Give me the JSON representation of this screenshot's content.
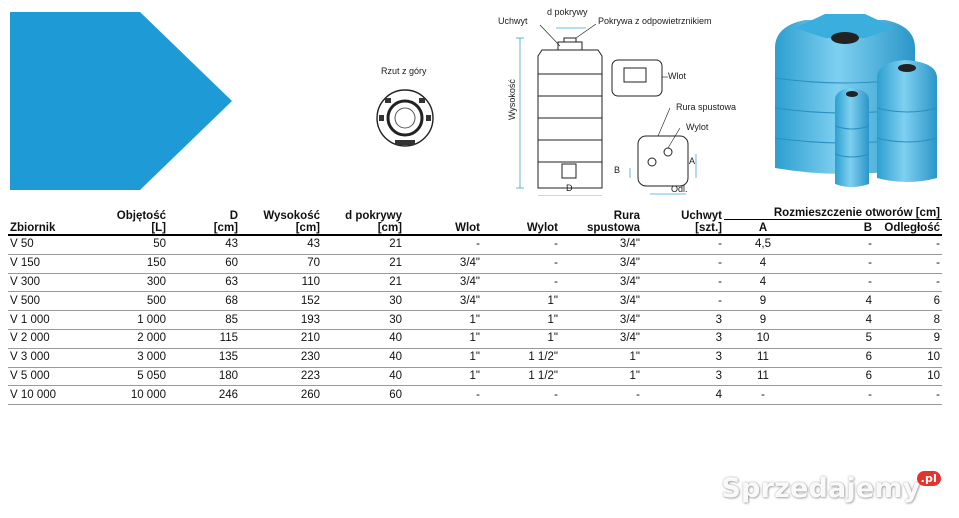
{
  "brand": {
    "arrow_color": "#1e9ad6",
    "tank_color": "#4cb7e0"
  },
  "diagram": {
    "top_view_label": "Rzut z góry",
    "labels": {
      "uchwyt": "Uchwyt",
      "d_pokrywy": "d pokrywy",
      "pokrywa": "Pokrywa z odpowietrznikiem",
      "wlot": "Wlot",
      "rura_spustowa": "Rura spustowa",
      "wylot": "Wylot",
      "wysokosc": "Wysokość",
      "d": "D",
      "a": "A",
      "b": "B",
      "odl": "Odl."
    }
  },
  "table": {
    "headers": {
      "zbiornik": "Zbiornik",
      "objetosc_1": "Objętość",
      "objetosc_2": "[L]",
      "d_1": "D",
      "d_2": "[cm]",
      "wys_1": "Wysokość",
      "wys_2": "[cm]",
      "dpok_1": "d pokrywy",
      "dpok_2": "[cm]",
      "wlot": "Wlot",
      "wylot": "Wylot",
      "rura_1": "Rura",
      "rura_2": "spustowa",
      "uchwyt_1": "Uchwyt",
      "uchwyt_2": "[szt.]",
      "rozm": "Rozmieszczenie otworów [cm]",
      "a": "A",
      "b": "B",
      "odl": "Odległość"
    },
    "rows": [
      [
        "V 50",
        "50",
        "43",
        "43",
        "21",
        "-",
        "-",
        "3/4\"",
        "-",
        "4,5",
        "-",
        "-"
      ],
      [
        "V 150",
        "150",
        "60",
        "70",
        "21",
        "3/4\"",
        "-",
        "3/4\"",
        "-",
        "4",
        "-",
        "-"
      ],
      [
        "V 300",
        "300",
        "63",
        "110",
        "21",
        "3/4\"",
        "-",
        "3/4\"",
        "-",
        "4",
        "-",
        "-"
      ],
      [
        "V 500",
        "500",
        "68",
        "152",
        "30",
        "3/4\"",
        "1\"",
        "3/4\"",
        "-",
        "9",
        "4",
        "6"
      ],
      [
        "V 1 000",
        "1 000",
        "85",
        "193",
        "30",
        "1\"",
        "1\"",
        "3/4\"",
        "3",
        "9",
        "4",
        "8"
      ],
      [
        "V 2 000",
        "2 000",
        "115",
        "210",
        "40",
        "1\"",
        "1\"",
        "3/4\"",
        "3",
        "10",
        "5",
        "9"
      ],
      [
        "V 3 000",
        "3 000",
        "135",
        "230",
        "40",
        "1\"",
        "1 1/2\"",
        "1\"",
        "3",
        "11",
        "6",
        "10"
      ],
      [
        "V 5 000",
        "5 050",
        "180",
        "223",
        "40",
        "1\"",
        "1 1/2\"",
        "1\"",
        "3",
        "11",
        "6",
        "10"
      ],
      [
        "V 10 000",
        "10 000",
        "246",
        "260",
        "60",
        "-",
        "-",
        "-",
        "4",
        "-",
        "-",
        "-"
      ]
    ]
  },
  "watermark": {
    "text": "Sprzedajemy",
    "badge": ".pl"
  }
}
